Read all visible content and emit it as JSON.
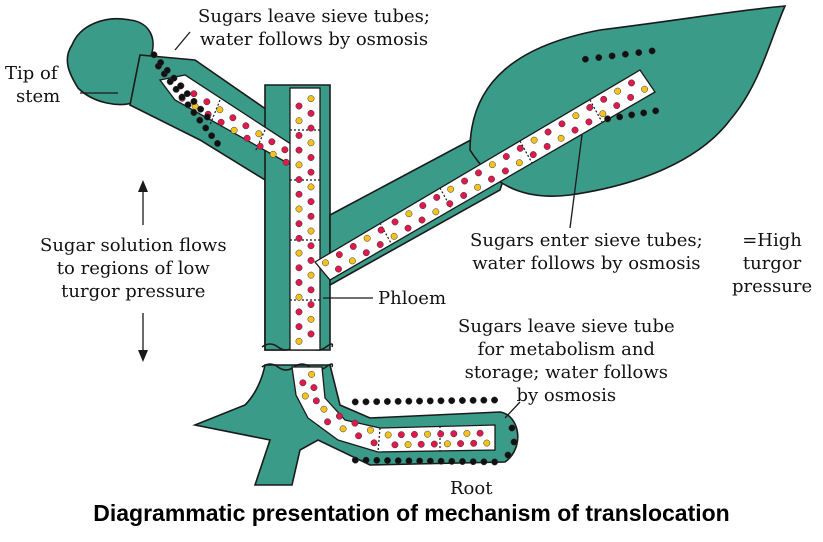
{
  "labels": {
    "tip_of_stem": [
      "Tip of",
      "stem"
    ],
    "sugars_leave_top": [
      "Sugars leave sieve tubes;",
      "water follows by osmosis"
    ],
    "flow": [
      "Sugar solution flows",
      "to regions of low",
      "turgor pressure"
    ],
    "sugars_enter": [
      "Sugars enter sieve tubes;",
      "water follows by osmosis"
    ],
    "high_turgor": [
      "=High",
      "turgor",
      "pressure"
    ],
    "phloem": "Phloem",
    "sugars_leave_root": [
      "Sugars leave sieve tube",
      "for metabolism and",
      "storage; water follows",
      "by osmosis"
    ],
    "root": "Root"
  },
  "caption": "Diagrammatic presentation of mechanism of translocation",
  "colors": {
    "plant": "#3a9b88",
    "outline": "#1a1a1a",
    "sugar_red": "#e0194c",
    "sugar_yellow": "#f3c21d",
    "water_dot": "#111111"
  }
}
